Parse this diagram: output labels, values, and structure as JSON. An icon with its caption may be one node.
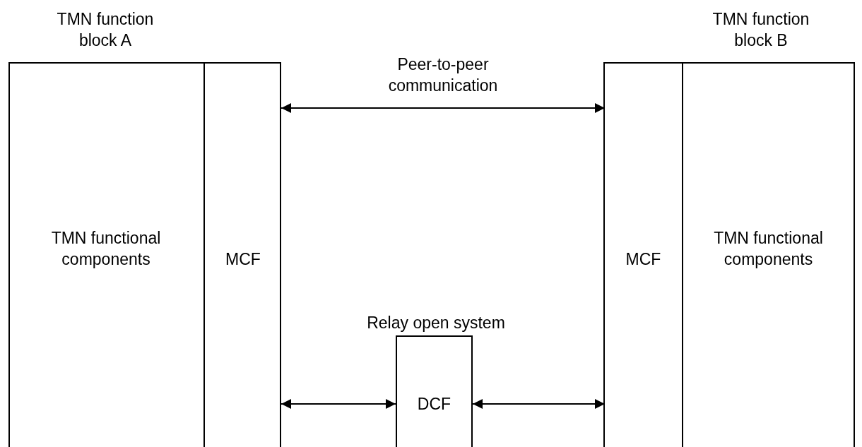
{
  "diagram": {
    "nodes": [
      {
        "text": [
          "TMN function block A"
        ]
      },
      {
        "text": [
          "TMN functional components"
        ],
        "in": 0
      },
      {
        "text": [
          "MCF"
        ],
        "in": 0
      },
      {
        "text": [
          "TMN function block B"
        ]
      },
      {
        "text": [
          "MCF"
        ],
        "in": 3
      },
      {
        "text": [
          "TMN functional components"
        ],
        "in": 3
      },
      {
        "text": [
          "Relay open system",
          "DCF"
        ]
      }
    ],
    "edges": [
      {
        "from": 2,
        "to": 4,
        "arrow": "both",
        "label": "Peer-to-peer communication"
      },
      {
        "from": 2,
        "to": 6,
        "arrow": "both"
      },
      {
        "from": 6,
        "to": 4,
        "arrow": "both"
      }
    ]
  }
}
